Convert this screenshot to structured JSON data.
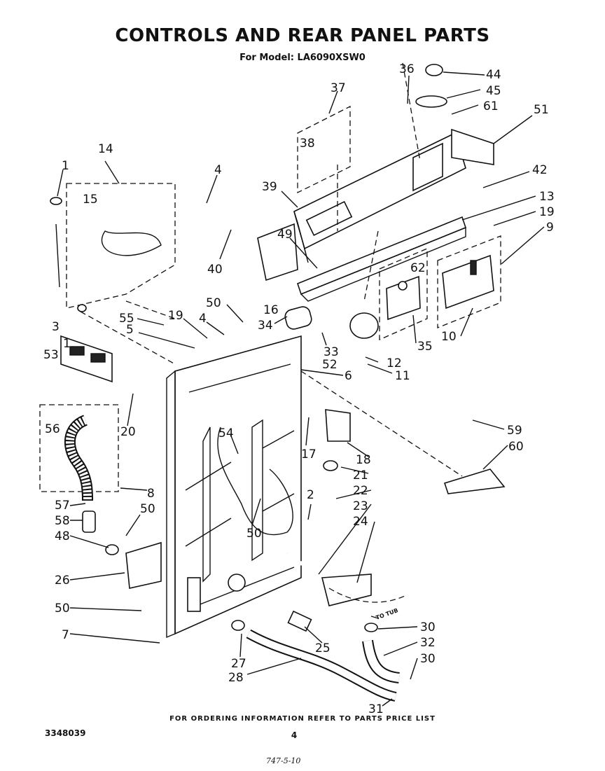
{
  "header": {
    "title": "CONTROLS AND REAR PANEL PARTS",
    "model_line": "For Model: LA6090XSW0"
  },
  "footer": {
    "ordering_note": "FOR ORDERING INFORMATION REFER TO PARTS PRICE LIST",
    "doc_number": "3348039",
    "page_number": "4",
    "handwritten_note": "747-5-10"
  },
  "diagram": {
    "part_labels": [
      "1",
      "14",
      "4",
      "37",
      "36",
      "44",
      "45",
      "61",
      "51",
      "15",
      "38",
      "39",
      "42",
      "13",
      "19",
      "9",
      "49",
      "62",
      "40",
      "16",
      "3",
      "1",
      "55",
      "19",
      "4",
      "50",
      "34",
      "5",
      "33",
      "35",
      "53",
      "52",
      "12",
      "10",
      "11",
      "6",
      "20",
      "56",
      "54",
      "17",
      "59",
      "18",
      "60",
      "21",
      "2",
      "22",
      "8",
      "57",
      "23",
      "50",
      "24",
      "58",
      "50",
      "48",
      "26",
      "25",
      "50",
      "30",
      "7",
      "32",
      "27",
      "30",
      "28",
      "31"
    ],
    "flow_label": "TO TUB"
  }
}
